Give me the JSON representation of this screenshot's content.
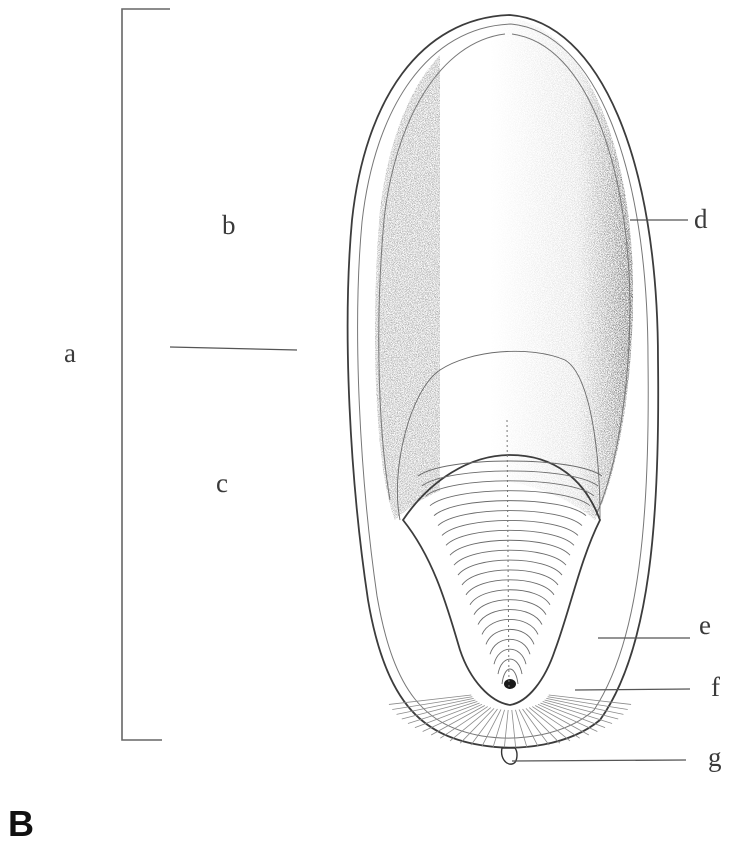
{
  "figure": {
    "panel_letter": "B",
    "labels": {
      "a": "a",
      "b": "b",
      "c": "c",
      "d": "d",
      "e": "e",
      "f": "f",
      "g": "g"
    }
  }
}
